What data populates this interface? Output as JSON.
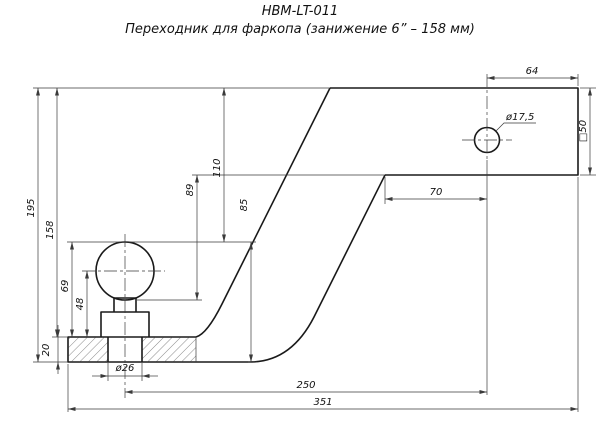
{
  "title": {
    "model": "HBM-LT-011",
    "description": "Переходник для фаркопа  (занижение 6” – 158 мм)"
  },
  "dims": {
    "shank_end_to_hole": "64",
    "hole_diameter": "ø17,5",
    "shank_square": "□50",
    "hole_to_bend": "70",
    "mid_a": "89",
    "mid_b": "110",
    "mid_c": "85",
    "overall_height": "195",
    "drop_height": "158",
    "ball_height": "69",
    "ball_center_height": "48",
    "plate_thickness": "20",
    "stud_diameter": "ø26",
    "ball_to_hole": "250",
    "overall_length": "351"
  },
  "colors": {
    "contour": "#1a1a1a",
    "thin_line": "#3a3a3a",
    "background": "#ffffff"
  }
}
